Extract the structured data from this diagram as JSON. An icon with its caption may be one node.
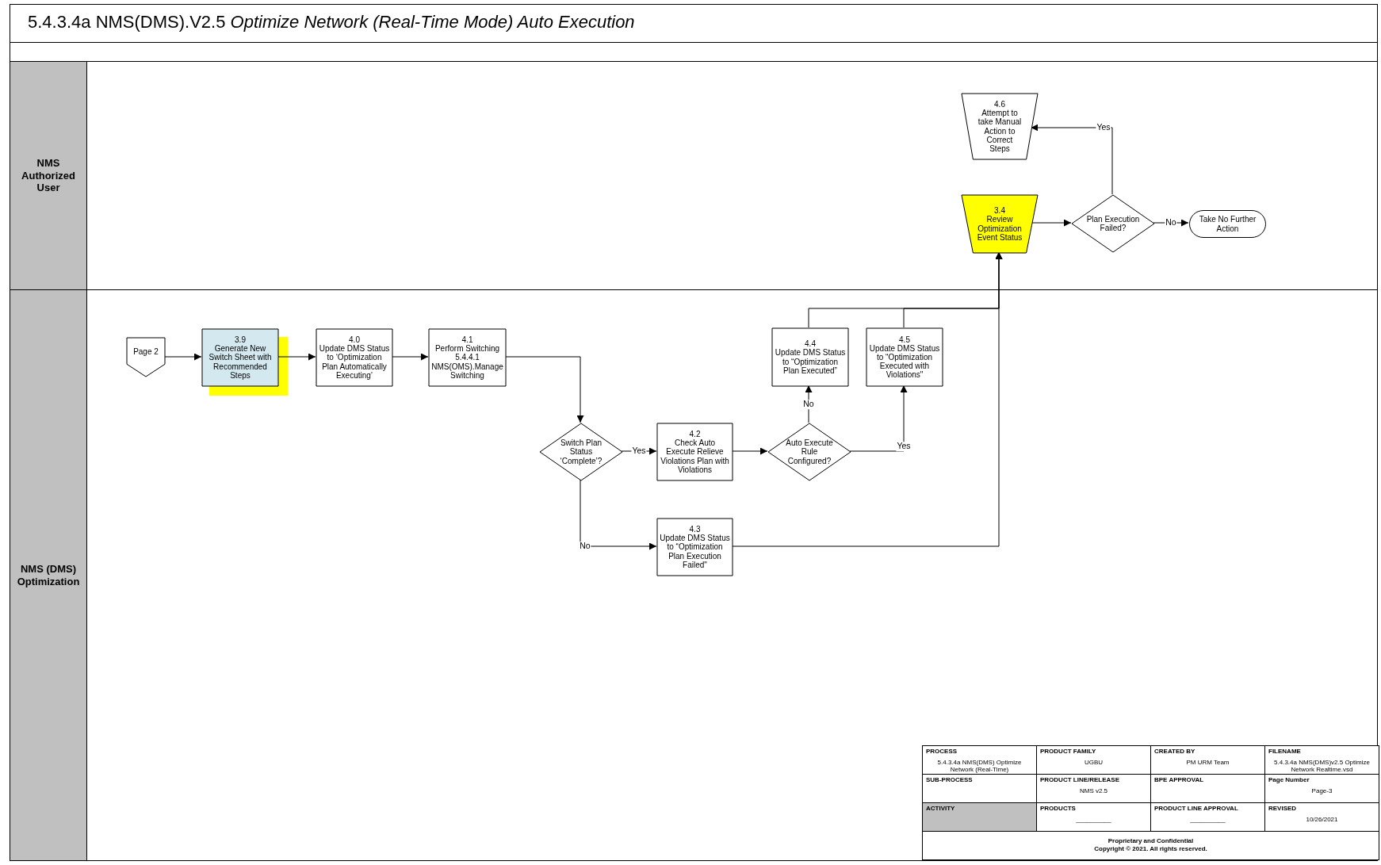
{
  "diagram": {
    "title": "5.4.3.4a NMS(DMS).V2.5 *Optimize Network (Real-Time Mode) Auto Execution*",
    "nodes": [
      {
        "text": [
          "NMS Authorized User"
        ]
      },
      {
        "text": [
          "NMS (DMS) Optimization"
        ]
      },
      {
        "text": [
          "4.6",
          "Attempt to take Manual Action to Correct Steps"
        ],
        "in": 0
      },
      {
        "text": [
          "3.4",
          "Review Optimization Event Status"
        ],
        "in": 0
      },
      {
        "text": [
          "Plan Execution Failed?"
        ],
        "in": 0
      },
      {
        "text": [
          "Take No Further Action"
        ],
        "in": 0
      },
      {
        "text": [
          "Page 2"
        ],
        "in": 1
      },
      {
        "text": [
          "3.9",
          "Generate New Switch Sheet with Recommended Steps"
        ],
        "in": 1
      },
      {
        "text": [
          "4.0",
          "Update DMS Status to ‘Optimization Plan Automatically Executing’"
        ],
        "in": 1
      },
      {
        "text": [
          "4.1",
          "Perform Switching 5.4.4.1 NMS(OMS).Manage Switching"
        ],
        "in": 1
      },
      {
        "text": [
          "Switch Plan Status ‘Complete’?"
        ],
        "in": 1
      },
      {
        "text": [
          "4.2",
          "Check Auto Execute Relieve Violations Plan with Violations"
        ],
        "in": 1
      },
      {
        "text": [
          "Auto Execute Rule Configured?"
        ],
        "in": 1
      },
      {
        "text": [
          "4.4",
          "Update DMS Status to “Optimization Plan Executed”"
        ],
        "in": 1
      },
      {
        "text": [
          "4.5",
          "Update DMS Status to “Optimization Executed with Violations\""
        ],
        "in": 1
      },
      {
        "text": [
          "4.3",
          "Update DMS Status to “Optimization Plan Execution Failed\""
        ],
        "in": 1
      }
    ],
    "edges": [
      {
        "from": 6,
        "to": 7,
        "arrow": "to"
      },
      {
        "from": 7,
        "to": 8,
        "arrow": "to"
      },
      {
        "from": 8,
        "to": 9,
        "arrow": "to"
      },
      {
        "from": 9,
        "to": 10,
        "arrow": "to"
      },
      {
        "from": 10,
        "to": 11,
        "arrow": "to",
        "label": "Yes"
      },
      {
        "from": 10,
        "to": 15,
        "arrow": "to",
        "label": "No"
      },
      {
        "from": 11,
        "to": 12,
        "arrow": "to"
      },
      {
        "from": 12,
        "to": 13,
        "arrow": "to",
        "label": "No"
      },
      {
        "from": 12,
        "to": 14,
        "arrow": "to",
        "label": "Yes"
      },
      {
        "from": 13,
        "to": 3,
        "arrow": "to"
      },
      {
        "from": 14,
        "to": 3,
        "arrow": "to"
      },
      {
        "from": 15,
        "to": 3,
        "arrow": "to"
      },
      {
        "from": 3,
        "to": 4,
        "arrow": "to"
      },
      {
        "from": 4,
        "to": 5,
        "arrow": "to",
        "label": "No"
      },
      {
        "from": 4,
        "to": 2,
        "arrow": "to",
        "label": "Yes"
      }
    ],
    "labels": [
      "PROCESS",
      "5.4.3.4a NMS(DMS) Optimize Network (Real-Time)",
      "PRODUCT FAMILY",
      "UGBU",
      "CREATED BY",
      "PM URM Team",
      "FILENAME",
      "5.4.3.4a NMS(DMS)v2.5 Optimize Network Realtime.vsd",
      "SUB-PROCESS",
      "PRODUCT LINE/RELEASE",
      "NMS v2.5",
      "BPE APPROVAL",
      "Page Number",
      "Page-3",
      "ACTIVITY",
      "PRODUCTS",
      "__________",
      "PRODUCT LINE APPROVAL",
      "__________",
      "REVISED",
      "10/26/2021",
      "Proprietary and Confidential",
      "Copyright © 2021. All rights reserved."
    ]
  }
}
